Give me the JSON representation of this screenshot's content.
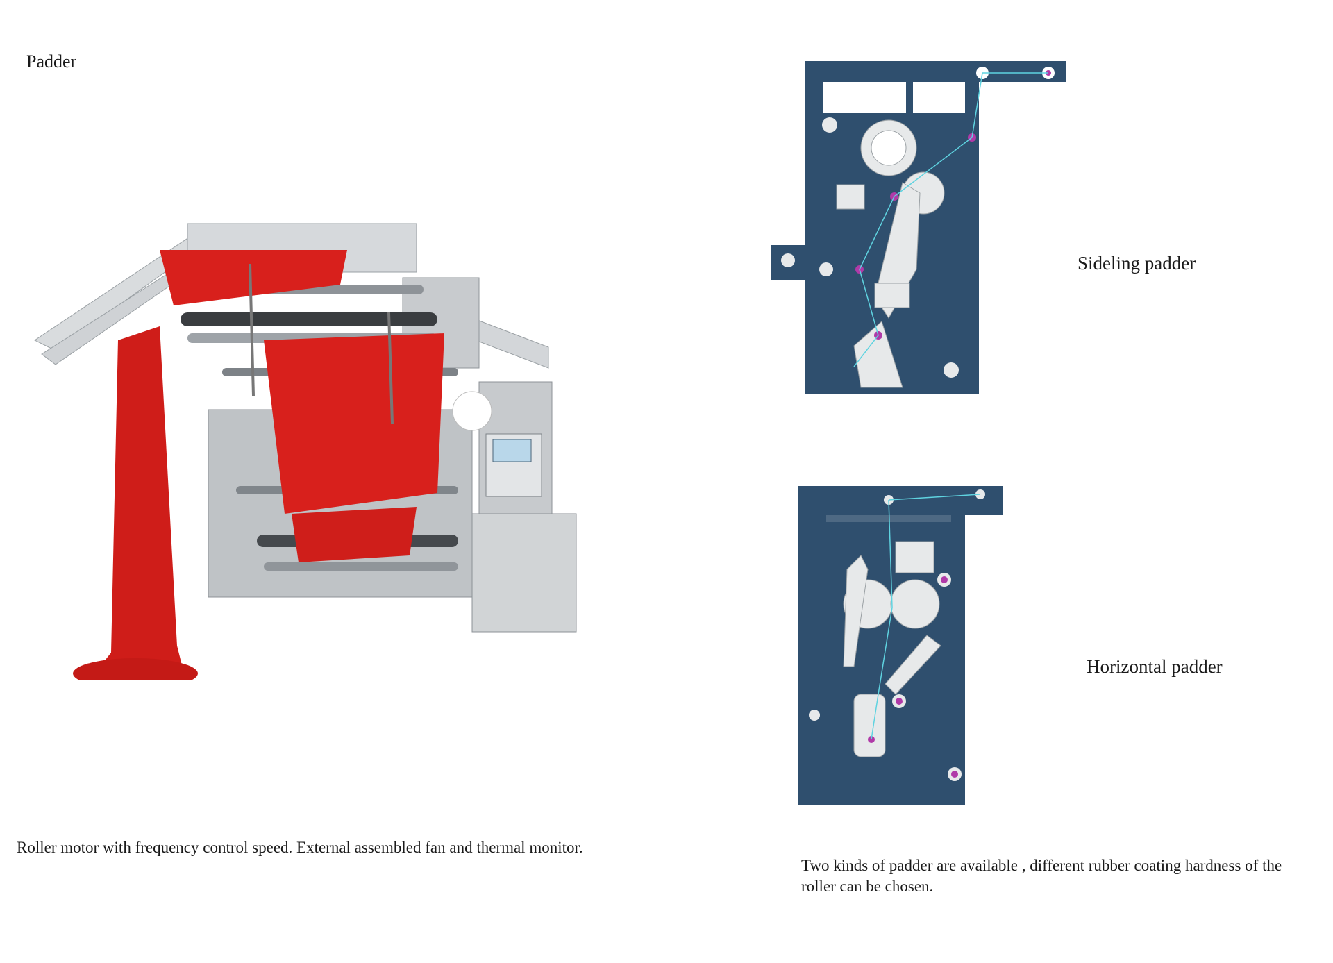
{
  "page": {
    "title": "Padder",
    "caption_left": "Roller motor with frequency control speed. External assembled fan and thermal monitor.",
    "caption_right": "Two kinds of padder are available , different rubber coating hardness of the roller can be chosen."
  },
  "diagrams": {
    "sideling_label": "Sideling padder",
    "horizontal_label": "Horizontal padder"
  },
  "colors": {
    "panel_blue": "#2f4f6e",
    "fabric_red": "#d8201c",
    "machine_gray": "#c9cccf",
    "line_cyan": "#5fd3e0",
    "accent_magenta": "#b03aa8"
  }
}
